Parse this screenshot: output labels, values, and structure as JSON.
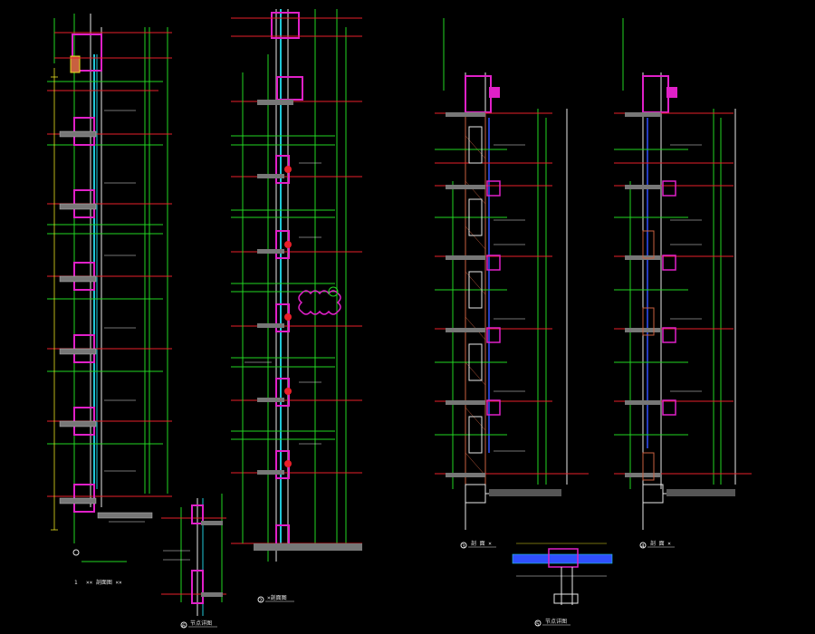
{
  "colors": {
    "background": "#000000",
    "red": "#e8202a",
    "green": "#22d622",
    "magenta": "#e020c8",
    "cyan": "#20c8d8",
    "white": "#e8e8e8",
    "yellow": "#e8e020",
    "orange": "#c86040",
    "blue": "#3050ff"
  },
  "sections": [
    {
      "id": "section-1",
      "number": "1",
      "title": "×× 剖面图 ××"
    },
    {
      "id": "section-2",
      "number": "2",
      "title": "×剖面图"
    },
    {
      "id": "section-3",
      "number": "3",
      "title": "剖 面 ×"
    },
    {
      "id": "section-4",
      "number": "4",
      "title": "剖 面 ×"
    },
    {
      "id": "detail-5",
      "number": "5",
      "title": "节点详图"
    },
    {
      "id": "detail-6",
      "number": "6",
      "title": "节点详图"
    }
  ]
}
